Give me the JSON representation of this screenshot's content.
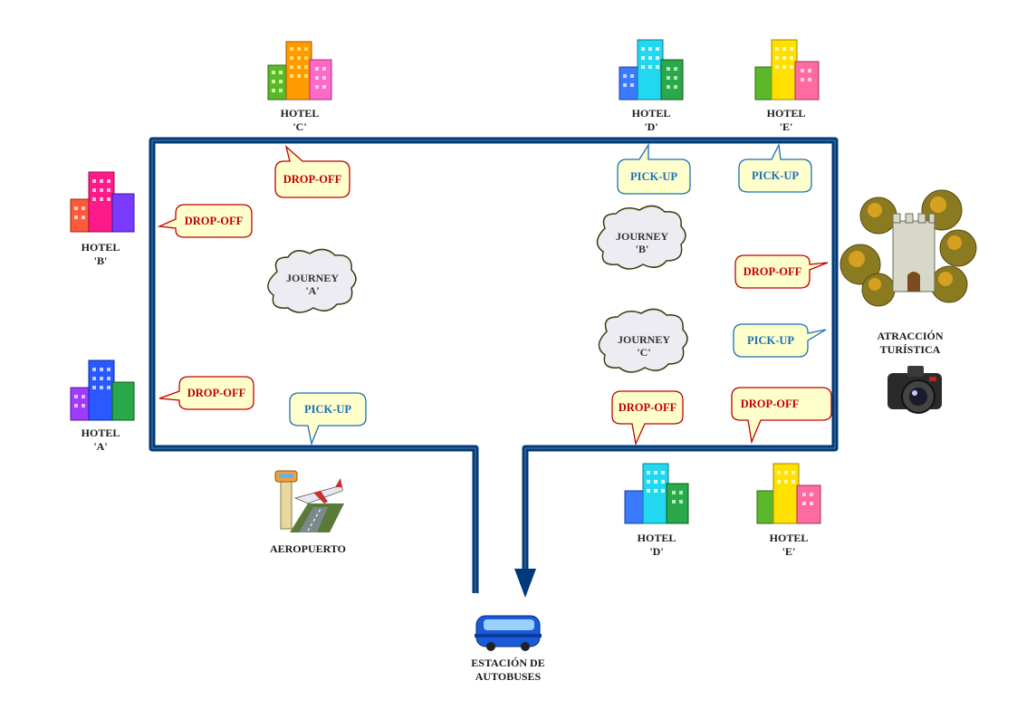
{
  "colors": {
    "route_line": "#003a7a",
    "callout_fill": "#ffffcc",
    "drop_off_text": "#c00000",
    "pick_up_text": "#1a6fb8",
    "cloud_fill": "#ececf2",
    "cloud_stroke": "#3a3a10"
  },
  "hotels": {
    "c_top": {
      "line1": "HOTEL",
      "line2": "'C'"
    },
    "d_top": {
      "line1": "HOTEL",
      "line2": "'D'"
    },
    "e_top": {
      "line1": "HOTEL",
      "line2": "'E'"
    },
    "b_left": {
      "line1": "HOTEL",
      "line2": "'B'"
    },
    "a_left": {
      "line1": "HOTEL",
      "line2": "'A'"
    },
    "d_bottom": {
      "line1": "HOTEL",
      "line2": "'D'"
    },
    "e_bottom": {
      "line1": "HOTEL",
      "line2": "'E'"
    }
  },
  "places": {
    "airport": "AEROPUERTO",
    "attraction": {
      "line1": "ATRACCIÓN",
      "line2": "TURÍSTICA"
    },
    "bus_station": {
      "line1": "ESTACIÓN DE",
      "line2": "AUTOBUSES"
    }
  },
  "callouts": {
    "drop_off": "DROP-OFF",
    "pick_up": "PICK-UP"
  },
  "journeys": {
    "a": {
      "line1": "JOURNEY",
      "line2": "'A'"
    },
    "b": {
      "line1": "JOURNEY",
      "line2": "'B'"
    },
    "c": {
      "line1": "JOURNEY",
      "line2": "'C'"
    }
  }
}
